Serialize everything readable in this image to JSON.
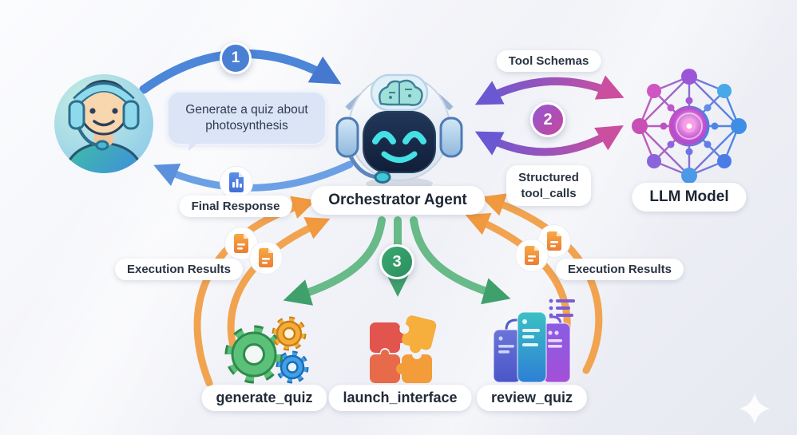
{
  "user": {
    "speech_bubble": "Generate a quiz about photosynthesis"
  },
  "steps": {
    "one": "1",
    "two": "2",
    "three": "3"
  },
  "nodes": {
    "orchestrator": "Orchestrator Agent",
    "llm": "LLM Model"
  },
  "flows": {
    "tool_schemas": "Tool Schemas",
    "structured_tool_calls": [
      "Structured",
      "tool_calls"
    ],
    "final_response": "Final Response",
    "execution_results_left": "Execution Results",
    "execution_results_right": "Execution Results"
  },
  "tools": [
    {
      "label": "generate_quiz",
      "icon": "gears-icon"
    },
    {
      "label": "launch_interface",
      "icon": "puzzle-icon"
    },
    {
      "label": "review_quiz",
      "icon": "dashboard-icon"
    }
  ],
  "colors": {
    "user_flow": "#4c86d8",
    "llm_flow_start": "#6a58d2",
    "llm_flow_end": "#cc4f9f",
    "tool_dispatch": "#5fb583",
    "execution_results": "#f2a04c",
    "step1_badge": "#4a80d4",
    "step2_badge_start": "#9257d0",
    "step2_badge_end": "#c6489e",
    "step3_badge": "#35a06a"
  }
}
